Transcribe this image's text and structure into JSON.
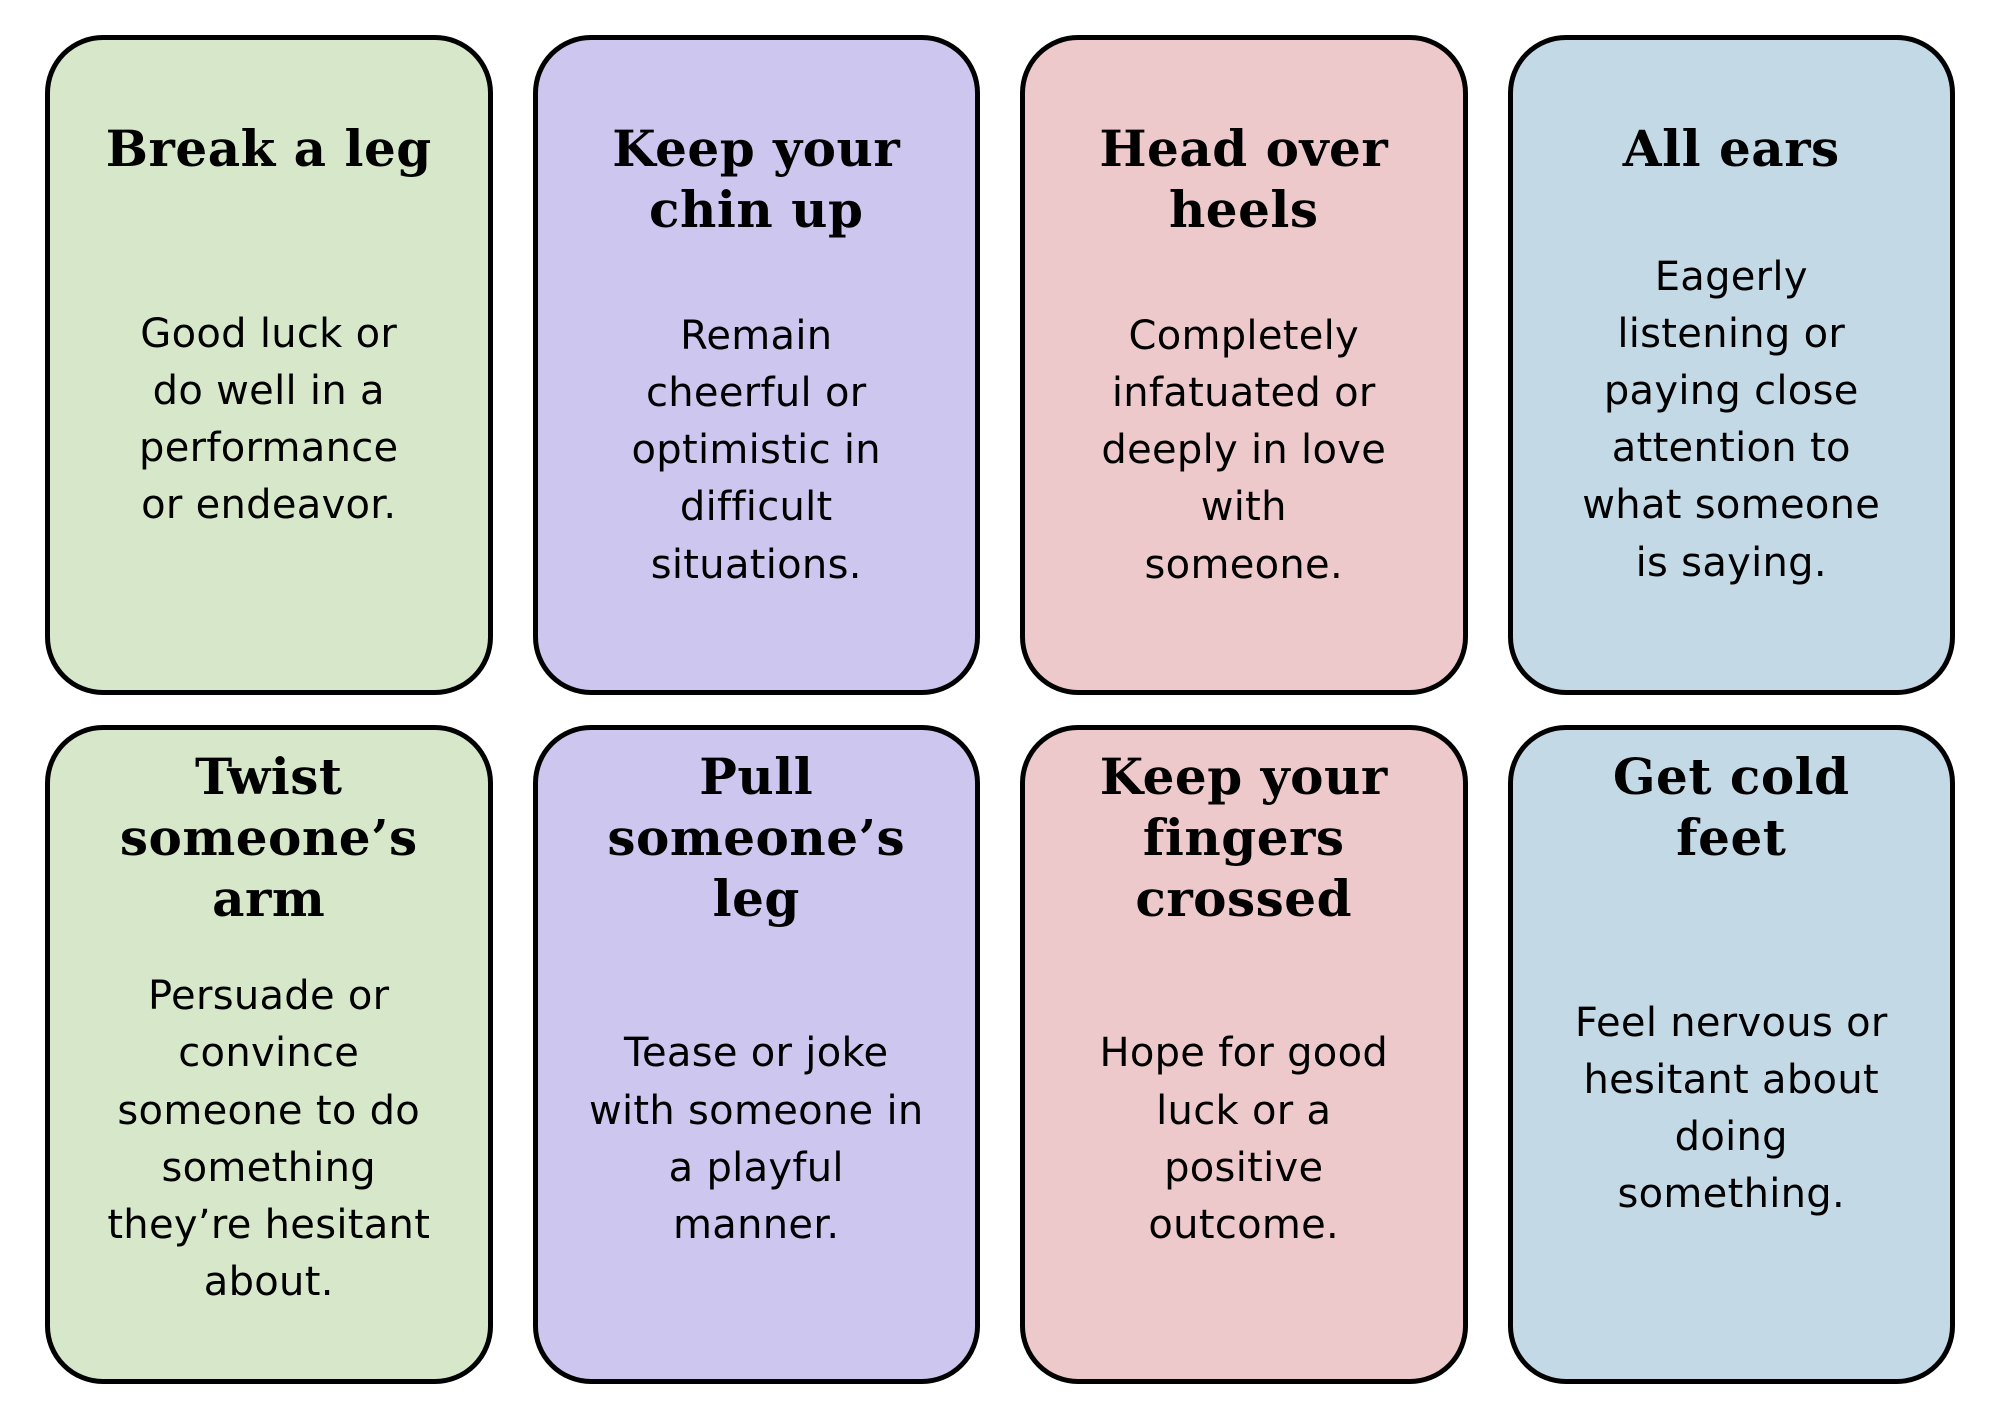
{
  "page": {
    "background": "#ffffff",
    "border_color": "#000000",
    "text_color": "#000000",
    "card_colors": {
      "green": "#d7e8ca",
      "purple": "#cdc6ee",
      "pink": "#eec9cb",
      "blue": "#c3d9e6"
    }
  },
  "cards": [
    {
      "title": "Break a leg",
      "definition": "Good luck or\ndo well in a\nperformance\nor endeavor.",
      "bg": "#d7e8ca",
      "color_name": "green"
    },
    {
      "title": "Keep your\nchin up",
      "definition": "Remain\ncheerful or\noptimistic in\ndifficult\nsituations.",
      "bg": "#cdc6ee",
      "color_name": "purple"
    },
    {
      "title": "Head over\nheels",
      "definition": "Completely\ninfatuated or\ndeeply in love\nwith\nsomeone.",
      "bg": "#eec9cb",
      "color_name": "pink"
    },
    {
      "title": "All ears",
      "definition": "Eagerly\nlistening or\npaying close\nattention to\nwhat someone\nis saying.",
      "bg": "#c3d9e6",
      "color_name": "blue"
    },
    {
      "title": "Twist\nsomeone’s\narm",
      "definition": "Persuade or\nconvince\nsomeone to do\nsomething\nthey’re hesitant\nabout.",
      "bg": "#d7e8ca",
      "color_name": "green"
    },
    {
      "title": "Pull\nsomeone’s\nleg",
      "definition": "Tease or joke\nwith someone in\na playful\nmanner.",
      "bg": "#cdc6ee",
      "color_name": "purple"
    },
    {
      "title": "Keep your\nfingers\ncrossed",
      "definition": "Hope for good\nluck or a\npositive\noutcome.",
      "bg": "#eec9cb",
      "color_name": "pink"
    },
    {
      "title": "Get cold\nfeet",
      "definition": "Feel nervous or\nhesitant about\ndoing\nsomething.",
      "bg": "#c3d9e6",
      "color_name": "blue"
    }
  ]
}
